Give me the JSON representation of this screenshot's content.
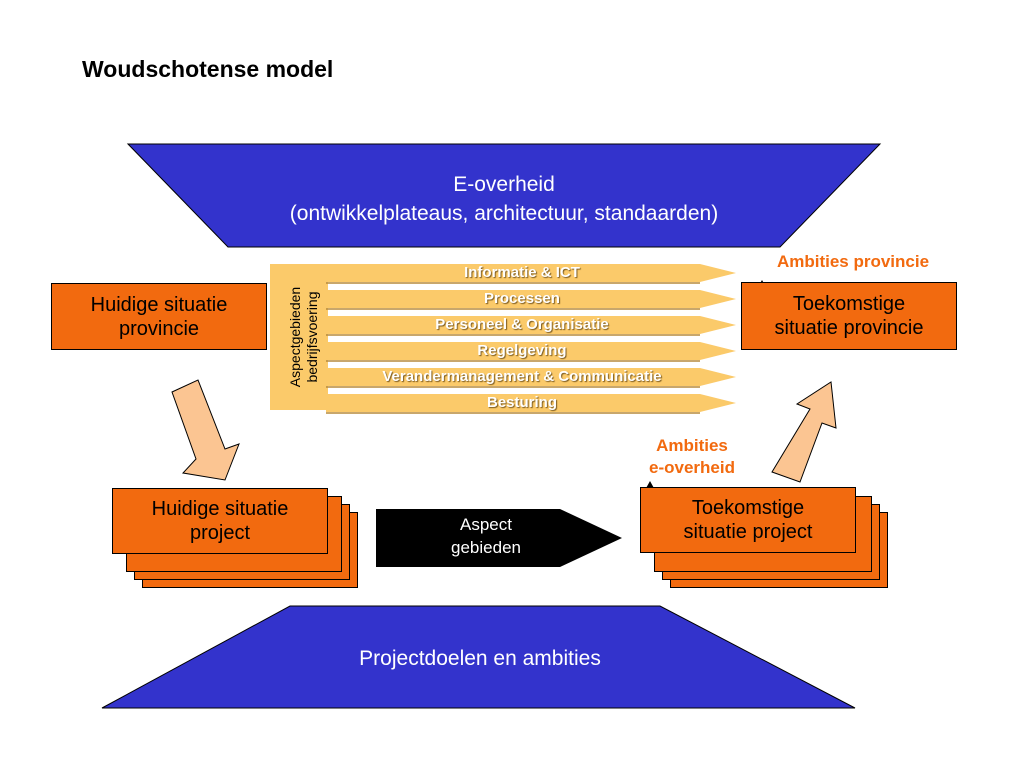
{
  "title": "Woudschotense model",
  "top_trapezoid": {
    "line1": "E-overheid",
    "line2": "(ontwikkelplateaus, architectuur, standaarden)"
  },
  "bottom_trapezoid": {
    "text": "Projectdoelen en ambities"
  },
  "current_province": {
    "line1": "Huidige situatie",
    "line2": "provincie"
  },
  "future_province": {
    "line1": "Toekomstige",
    "line2": "situatie provincie"
  },
  "current_project": {
    "line1": "Huidige situatie",
    "line2": "project"
  },
  "future_project": {
    "line1": "Toekomstige",
    "line2": "situatie project"
  },
  "aspect_arrow": {
    "line1": "Aspect",
    "line2": "gebieden"
  },
  "aspect_vertical": {
    "line1": "Aspectgebieden",
    "line2": "bedrijfsvoering"
  },
  "ambitions_province": "Ambities provincie",
  "ambitions_egov": {
    "line1": "Ambities",
    "line2": "e-overheid"
  },
  "aspect_bands": [
    "Informatie & ICT",
    "Processen",
    "Personeel & Organisatie",
    "Regelgeving",
    "Verandermanagement & Communicatie",
    "Besturing"
  ],
  "colors": {
    "blue": "#3333cc",
    "orange": "#f26a0f",
    "band": "#fbca6a",
    "arrow_fill": "#fbc592",
    "black": "#000000"
  }
}
